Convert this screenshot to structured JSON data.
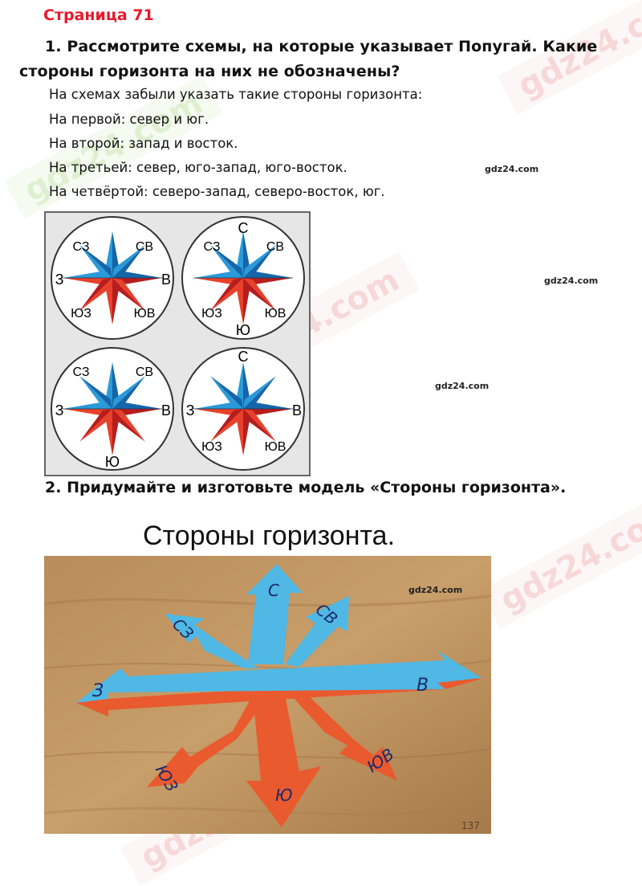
{
  "page_title": "Страница 71",
  "question1": {
    "number": "1.",
    "text": "Рассмотрите схемы, на которые указывает Попугай. Какие стороны горизонта на них не обозначены?"
  },
  "answers": [
    "На схемах забыли указать такие стороны горизонта:",
    "На первой: север и юг.",
    "На второй: запад и восток.",
    "На третьей: север, юго-запад, юго-восток.",
    "На четвёртой: северо-запад, северо-восток, юг."
  ],
  "watermark_small": "gdz24.com",
  "watermark_big": "gdz24.com",
  "diagrams": {
    "colors": {
      "blue": "#2a9ad8",
      "dark_blue": "#1565a8",
      "red": "#e8412b",
      "dark_red": "#b61d1d"
    },
    "compass1": {
      "nw": "СЗ",
      "ne": "СВ",
      "w": "З",
      "e": "В",
      "sw": "ЮЗ",
      "se": "ЮВ"
    },
    "compass2": {
      "n": "С",
      "nw": "СЗ",
      "ne": "СВ",
      "sw": "ЮЗ",
      "se": "ЮВ",
      "s": "Ю"
    },
    "compass3": {
      "nw": "СЗ",
      "ne": "СВ",
      "w": "З",
      "e": "В",
      "s": "Ю"
    },
    "compass4": {
      "n": "С",
      "w": "З",
      "e": "В",
      "sw": "ЮЗ",
      "se": "ЮВ"
    }
  },
  "question2": {
    "number": "2.",
    "text": "Придумайте и изготовьте модель «Стороны горизонта»."
  },
  "model": {
    "caption": "Стороны горизонта.",
    "labels": {
      "n": "С",
      "ne": "СВ",
      "nw": "СЗ",
      "w": "З",
      "e": "В",
      "sw": "ЮЗ",
      "s": "Ю",
      "se": "ЮВ"
    },
    "corner_text": "137"
  }
}
